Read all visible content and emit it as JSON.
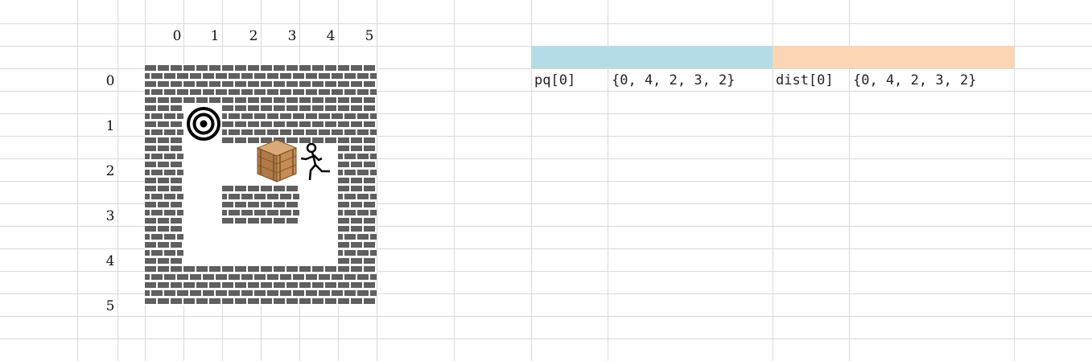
{
  "grid": {
    "col_headers": [
      "0",
      "1",
      "2",
      "3",
      "4",
      "5"
    ],
    "row_headers": [
      "0",
      "1",
      "2",
      "3",
      "4",
      "5"
    ]
  },
  "board": {
    "walls": [
      [
        0,
        0
      ],
      [
        1,
        0
      ],
      [
        2,
        0
      ],
      [
        3,
        0
      ],
      [
        4,
        0
      ],
      [
        5,
        0
      ],
      [
        0,
        1
      ],
      [
        2,
        1
      ],
      [
        3,
        1
      ],
      [
        4,
        1
      ],
      [
        5,
        1
      ],
      [
        0,
        2
      ],
      [
        5,
        2
      ],
      [
        0,
        3
      ],
      [
        2,
        3
      ],
      [
        3,
        3
      ],
      [
        5,
        3
      ],
      [
        0,
        4
      ],
      [
        5,
        4
      ],
      [
        0,
        5
      ],
      [
        1,
        5
      ],
      [
        2,
        5
      ],
      [
        3,
        5
      ],
      [
        4,
        5
      ],
      [
        5,
        5
      ]
    ],
    "target": [
      1,
      1
    ],
    "box": [
      3,
      2
    ],
    "player": [
      4,
      2
    ],
    "wall_color": "#5f5f5f"
  },
  "sprites": {
    "target_icon": "target-icon",
    "box_icon": "wooden-crate-icon",
    "player_icon": "running-person-icon"
  },
  "panel": {
    "pq_label": "pq[0]",
    "pq_value": "{0, 4, 2, 3, 2}",
    "dist_label": "dist[0]",
    "dist_value": "{0, 4, 2, 3, 2}",
    "pq_color": "#b4dce6",
    "dist_color": "#fcd5b5"
  }
}
